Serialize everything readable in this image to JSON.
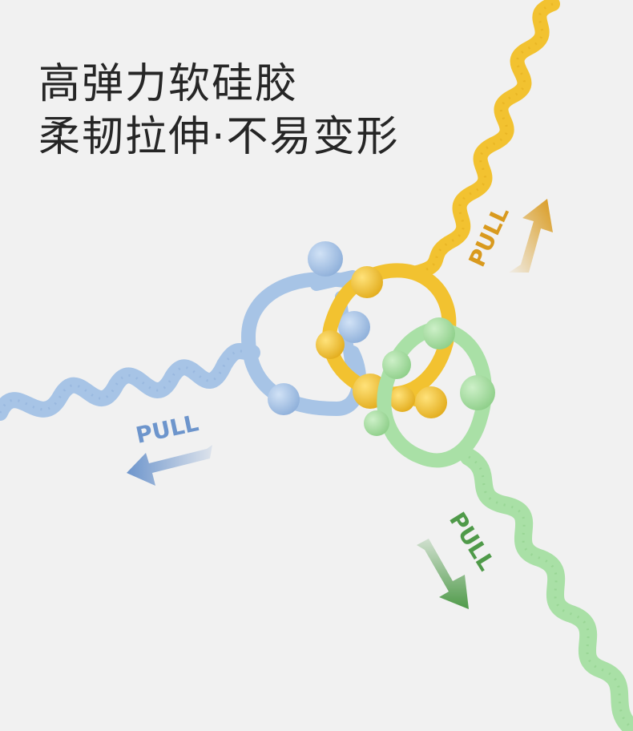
{
  "headline": {
    "line1": "高弹力软硅胶",
    "line2": "柔韧拉伸·不易变形"
  },
  "labels": {
    "pull_yellow": "PULL",
    "pull_blue": "PULL",
    "pull_green": "PULL"
  },
  "colors": {
    "background": "#f1f1f1",
    "yellow": "#f2c230",
    "blue": "#a7c4e6",
    "green": "#a9e0a6",
    "arrow_yellow": "#d99a1e",
    "arrow_blue": "#6d95cc",
    "arrow_green": "#4f9a49"
  },
  "icons": [
    "arrow-up-right-icon",
    "arrow-left-icon",
    "arrow-down-icon"
  ]
}
